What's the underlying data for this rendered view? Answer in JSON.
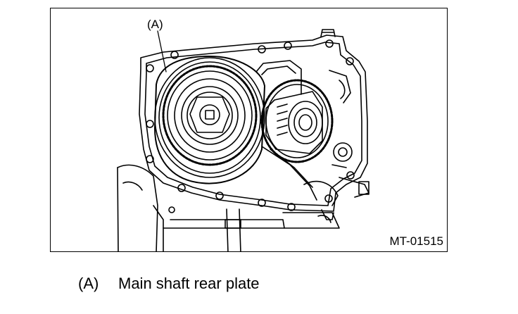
{
  "figure": {
    "callout": "(A)",
    "code": "MT-01515"
  },
  "legend": {
    "items": [
      {
        "key": "(A)",
        "text": "Main shaft rear plate"
      }
    ]
  }
}
